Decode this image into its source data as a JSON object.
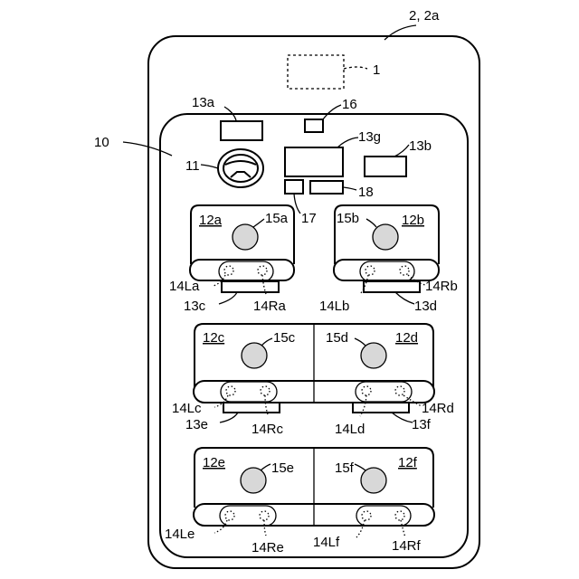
{
  "labels": {
    "vehicle": "2, 2a",
    "module": "1",
    "cabin": "10",
    "wheel": "11",
    "u13a": "13a",
    "u13b": "13b",
    "u13g": "13g",
    "u16": "16",
    "u17": "17",
    "u18": "18",
    "seat_12a": "12a",
    "seat_12b": "12b",
    "seat_12c": "12c",
    "seat_12d": "12d",
    "seat_12e": "12e",
    "seat_12f": "12f",
    "occ_15a": "15a",
    "occ_15b": "15b",
    "occ_15c": "15c",
    "occ_15d": "15d",
    "occ_15e": "15e",
    "occ_15f": "15f",
    "s14La": "14La",
    "s14Ra": "14Ra",
    "s14Lb": "14Lb",
    "s14Rb": "14Rb",
    "s14Lc": "14Lc",
    "s14Rc": "14Rc",
    "s14Ld": "14Ld",
    "s14Rd": "14Rd",
    "s14Le": "14Le",
    "s14Re": "14Re",
    "s14Lf": "14Lf",
    "s14Rf": "14Rf",
    "u13c": "13c",
    "u13d": "13d",
    "u13e": "13e",
    "u13f": "13f"
  }
}
